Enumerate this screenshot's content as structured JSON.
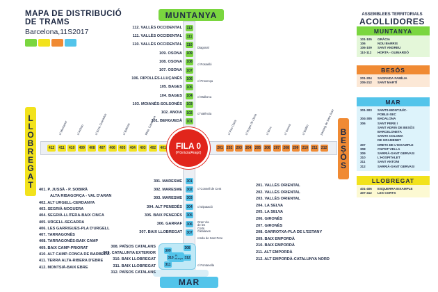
{
  "title_lines": [
    "MAPA DE DISTRIBUCIÓ",
    "DE TRAMS"
  ],
  "subtitle": "Barcelona,11S2017",
  "legend_swatches": [
    "#7ad63f",
    "#f2e21c",
    "#f08a33",
    "#53c4ea"
  ],
  "colors": {
    "muntanya": "#7ad63f",
    "llobregat": "#f2e21c",
    "besos": "#f08a33",
    "mar": "#53c4ea",
    "center": "#e1251b",
    "text": "#1f2a44"
  },
  "banners": {
    "muntanya": "MUNTANYA",
    "mar": "MAR",
    "llobregat": "LLOBREGAT",
    "besos": "BESÒS"
  },
  "center": {
    "title": "FILA 0",
    "subtitle": "(P.Gràcia/Aragó)"
  },
  "muntanya_stops": [
    "112",
    "111",
    "110",
    "109",
    "108",
    "107",
    "106",
    "105",
    "104",
    "103",
    "102",
    "101"
  ],
  "muntanya_labels": [
    "112. VALLÈS OCCIDENTAL",
    "111. VALLÈS OCCIDENTAL",
    "110. VALLÈS OCCIDENTAL",
    "109. OSONA",
    "108. OSONA",
    "107. OSONA",
    "106. RIPOLLÈS-LLUÇANÈS",
    "105. BAGES",
    "104. BAGES",
    "103. MOIANÈS-SOLSONÈS",
    "102. ANOIA",
    "101. BERGUEDÀ"
  ],
  "muntanya_streets": [
    "Diagonal",
    "c/ Rosselló",
    "c/ Provença",
    "c/ Mallorca",
    "c/ València"
  ],
  "llobregat_stops": [
    "412",
    "411",
    "410",
    "409",
    "408",
    "407",
    "406",
    "405",
    "404",
    "403",
    "402",
    "401"
  ],
  "llobregat_streets": [
    "c/ Muntaner",
    "c/ Aribau",
    "c/ Enric Granados",
    "c/ Balmes",
    "Rbla. Catalunya"
  ],
  "besos_stops": [
    "201",
    "202",
    "203",
    "204",
    "205",
    "206",
    "207",
    "208",
    "209",
    "210",
    "211",
    "212"
  ],
  "besos_streets": [
    "c/ Pau Claris",
    "c/ Roger de Llúria",
    "c/ Bruc",
    "c/ Girona",
    "c/ Bailèn",
    "passeig de Sant Joan"
  ],
  "mar_stops": [
    "301",
    "302",
    "303",
    "304",
    "305",
    "306",
    "307",
    "308",
    "309",
    "310",
    "311",
    "312"
  ],
  "mar_streets": [
    "c/ Consell de Cent",
    "c/ Diputació",
    "Gran Via de les Corts Catalanes",
    "ronda de Sant Pere",
    "c/ Fontanella"
  ],
  "mar_loop_label": "Pl. Catalunya",
  "llobregat_list": [
    "401. P. JUSSÀ - P. SOBIRÀ",
    "ALTA RIBAGORÇA - VAL D'ARAN",
    "402. ALT URGELL-CERDANYA",
    "403. SEGRIÀ-NOGUERA",
    "404. SEGRIÀ-LLITERA-BAIX CINCA",
    "405. URGELL-SEGARRA",
    "406. LES GARRIGUES-PLA D'URGELL",
    "407. TARRAGONÈS",
    "408. TARRAGONÈS-BAIX CAMP",
    "409. BAIX CAMP-PRIORAT",
    "410. ALT CAMP-CONCA DE BARBERÀ",
    "411. TERRA ALTA-RIBERA D'EBRE",
    "412. MONTSIÀ-BAIX EBRE"
  ],
  "mar_list": [
    "301. MARESME",
    "302. MARESME",
    "303. MARESME",
    "304. ALT PENEDÈS",
    "305. BAIX PENEDÈS",
    "306. GARRAF",
    "307. BAIX LLOBREGAT"
  ],
  "mar_list_bottom": [
    "308. PAÏSOS CATALANS",
    "309. CATALUNYA EXTERIOR",
    "310. BAIX LLOBREGAT",
    "311. BAIX LLOBREGAT",
    "312. PAÏSOS CATALANS"
  ],
  "besos_list": [
    "201. VALLÈS ORIENTAL",
    "202. VALLÈS ORIENTAL",
    "203. VALLÈS ORIENTAL",
    "204. LA SELVA",
    "205. LA SELVA",
    "206. GIRONÈS",
    "207. GIRONÈS",
    "208. GARROTXA-PLA DE L'ESTANY",
    "209. BAIX EMPORDÀ",
    "210. BAIX EMPORDÀ",
    "211. ALT EMPORDÀ",
    "212. ALT EMPORDÀ-CATALUNYA NORD"
  ],
  "sidebar": {
    "small": "ASSEMBLEES TERRITORIALS",
    "big": "ACOLLIDORES",
    "panels": [
      {
        "name": "MUNTANYA",
        "rows": [
          [
            "101-105",
            "GRÀCIA"
          ],
          [
            "106",
            "NOU BARRIS"
          ],
          [
            "106-109",
            "SANT ANDREU"
          ],
          [
            "110-112",
            "HORTA - GUINARDÓ"
          ]
        ]
      },
      {
        "name": "BESÒS",
        "rows": [
          [
            "201-204",
            "SAGRADA FAMÍLIA"
          ],
          [
            "205-212",
            "SANT MARTÍ"
          ]
        ]
      },
      {
        "name": "MAR",
        "rows": [
          [
            "301-303",
            "SANTS-MONTJUÏC-"
          ],
          [
            "",
            "POBLE-SEC"
          ],
          [
            "304-305",
            "BADALONA"
          ],
          [
            "306",
            "SANT PERE I"
          ],
          [
            "",
            "SANT ADRIÀ DE BESÒS"
          ],
          [
            "",
            "BARCELONETA"
          ],
          [
            "",
            "SANTA COLOMA"
          ],
          [
            "",
            "DE GRAMENET"
          ],
          [
            "307",
            "DRETA DE L'EIXAMPLE"
          ],
          [
            "308",
            "CIUTAT VELLA"
          ],
          [
            "309",
            "SARRIÀ-SANT GERVASI"
          ],
          [
            "310",
            "L'HOSPITALET"
          ],
          [
            "311",
            "SANT ANTONI"
          ],
          [
            "312",
            "SARRIÀ-SANT GERVASI"
          ]
        ]
      },
      {
        "name": "LLOBREGAT",
        "rows": [
          [
            "401-406",
            "ESQUERRA EIXAMPLE"
          ],
          [
            "407-412",
            "LES CORTS"
          ]
        ]
      }
    ]
  }
}
